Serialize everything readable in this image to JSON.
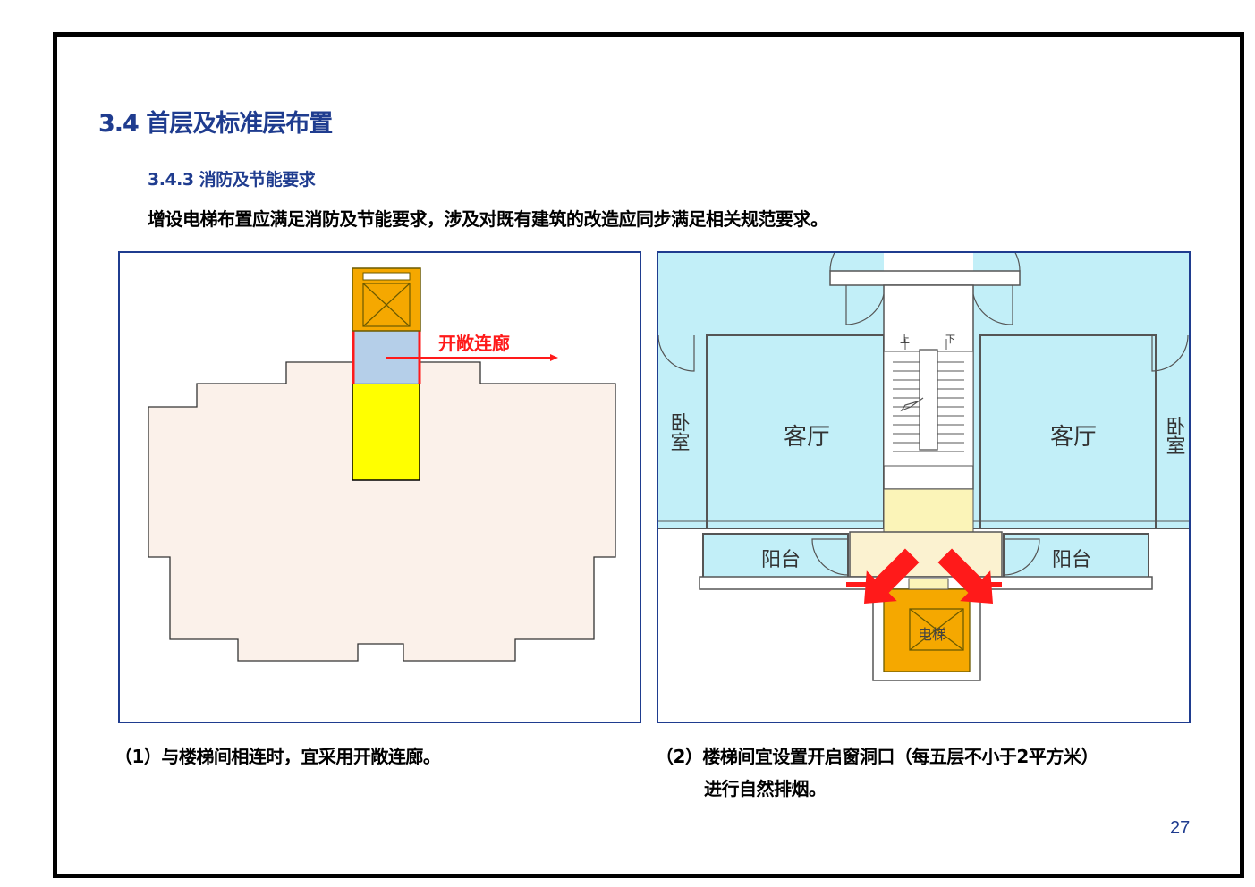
{
  "page": {
    "section_title": "3.4 首层及标准层布置",
    "sub_title": "3.4.3 消防及节能要求",
    "intro": "增设电梯布置应满足消防及节能要求，涉及对既有建筑的改造应同步满足相关规范要求。",
    "page_number": "27"
  },
  "figure1": {
    "corridor_label": "开敞连廊",
    "caption": "（1）与楼梯间相连时，宜采用开敞连廊。"
  },
  "figure2": {
    "bedroom_left": "卧室",
    "living_left": "客厅",
    "living_right": "客厅",
    "bedroom_right": "卧室",
    "balcony_left": "阳台",
    "balcony_right": "阳台",
    "stair_up": "上",
    "stair_down": "下",
    "elevator_label": "电梯",
    "caption_line1": "（2）楼梯间宜设置开启窗洞口（每五层不小于2平方米）",
    "caption_line2": "进行自然排烟。"
  },
  "colors": {
    "title_blue": "#1f3c8f",
    "building_fill": "#fbf1ea",
    "elevator_orange": "#f5a800",
    "corridor_blue": "#b5cfe9",
    "shaft_yellow": "#ffff00",
    "room_cyan": "#c2eff8",
    "arrow_red": "#ff1a1a"
  }
}
